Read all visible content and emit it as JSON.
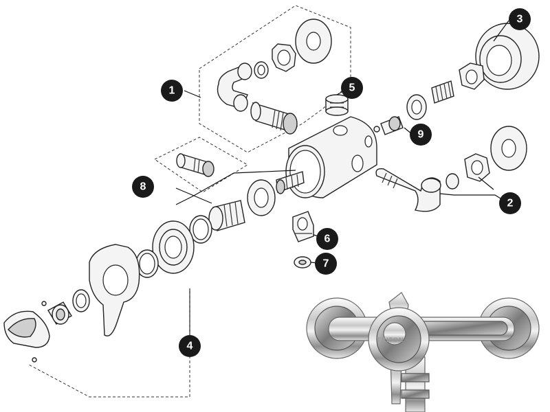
{
  "callouts": [
    {
      "id": "1",
      "label": "1"
    },
    {
      "id": "2",
      "label": "2"
    },
    {
      "id": "3",
      "label": "3"
    },
    {
      "id": "4",
      "label": "4"
    },
    {
      "id": "5",
      "label": "5"
    },
    {
      "id": "6",
      "label": "6"
    },
    {
      "id": "7",
      "label": "7"
    },
    {
      "id": "8",
      "label": "8"
    },
    {
      "id": "9",
      "label": "9"
    }
  ],
  "product_photo": {
    "brand_mark": "TRITON"
  },
  "colors": {
    "badge": "#1a1a1a",
    "badge_text": "#ffffff",
    "line": "#222222",
    "part_fill": "#f4f4f4"
  }
}
